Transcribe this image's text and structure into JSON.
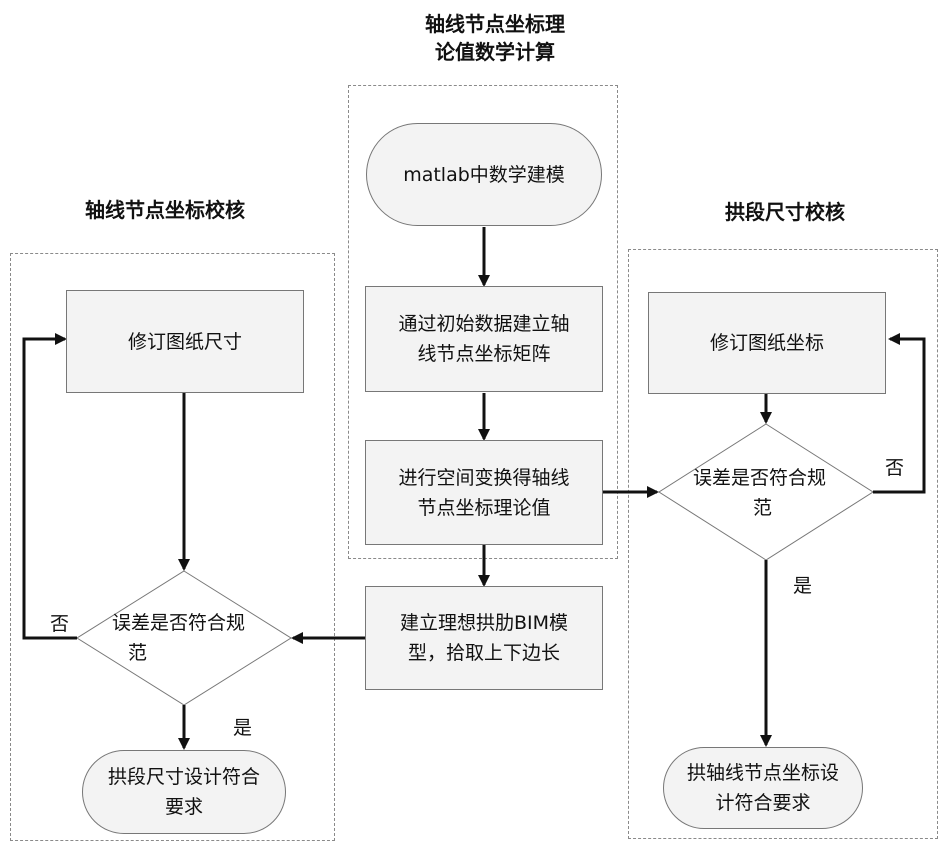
{
  "headings": {
    "center_line1": "轴线节点坐标理",
    "center_line2": "论值数学计算",
    "left": "轴线节点坐标校核",
    "right": "拱段尺寸校核"
  },
  "center": {
    "start": "matlab中数学建模",
    "step1_line1": "通过初始数据建立轴",
    "step1_line2": "线节点坐标矩阵",
    "step2_line1": "进行空间变换得轴线",
    "step2_line2": "节点坐标理论值",
    "step3_line1": "建立理想拱肋BIM模",
    "step3_line2": "型，拾取上下边长"
  },
  "left": {
    "revise": "修订图纸尺寸",
    "decision_line1": "误差是否符合规",
    "decision_line2": "范",
    "no": "否",
    "yes": "是",
    "end_line1": "拱段尺寸设计符合",
    "end_line2": "要求"
  },
  "right": {
    "revise": "修订图纸坐标",
    "decision_line1": "误差是否符合规",
    "decision_line2": "范",
    "no": "否",
    "yes": "是",
    "end_line1": "拱轴线节点坐标设",
    "end_line2": "计符合要求"
  }
}
